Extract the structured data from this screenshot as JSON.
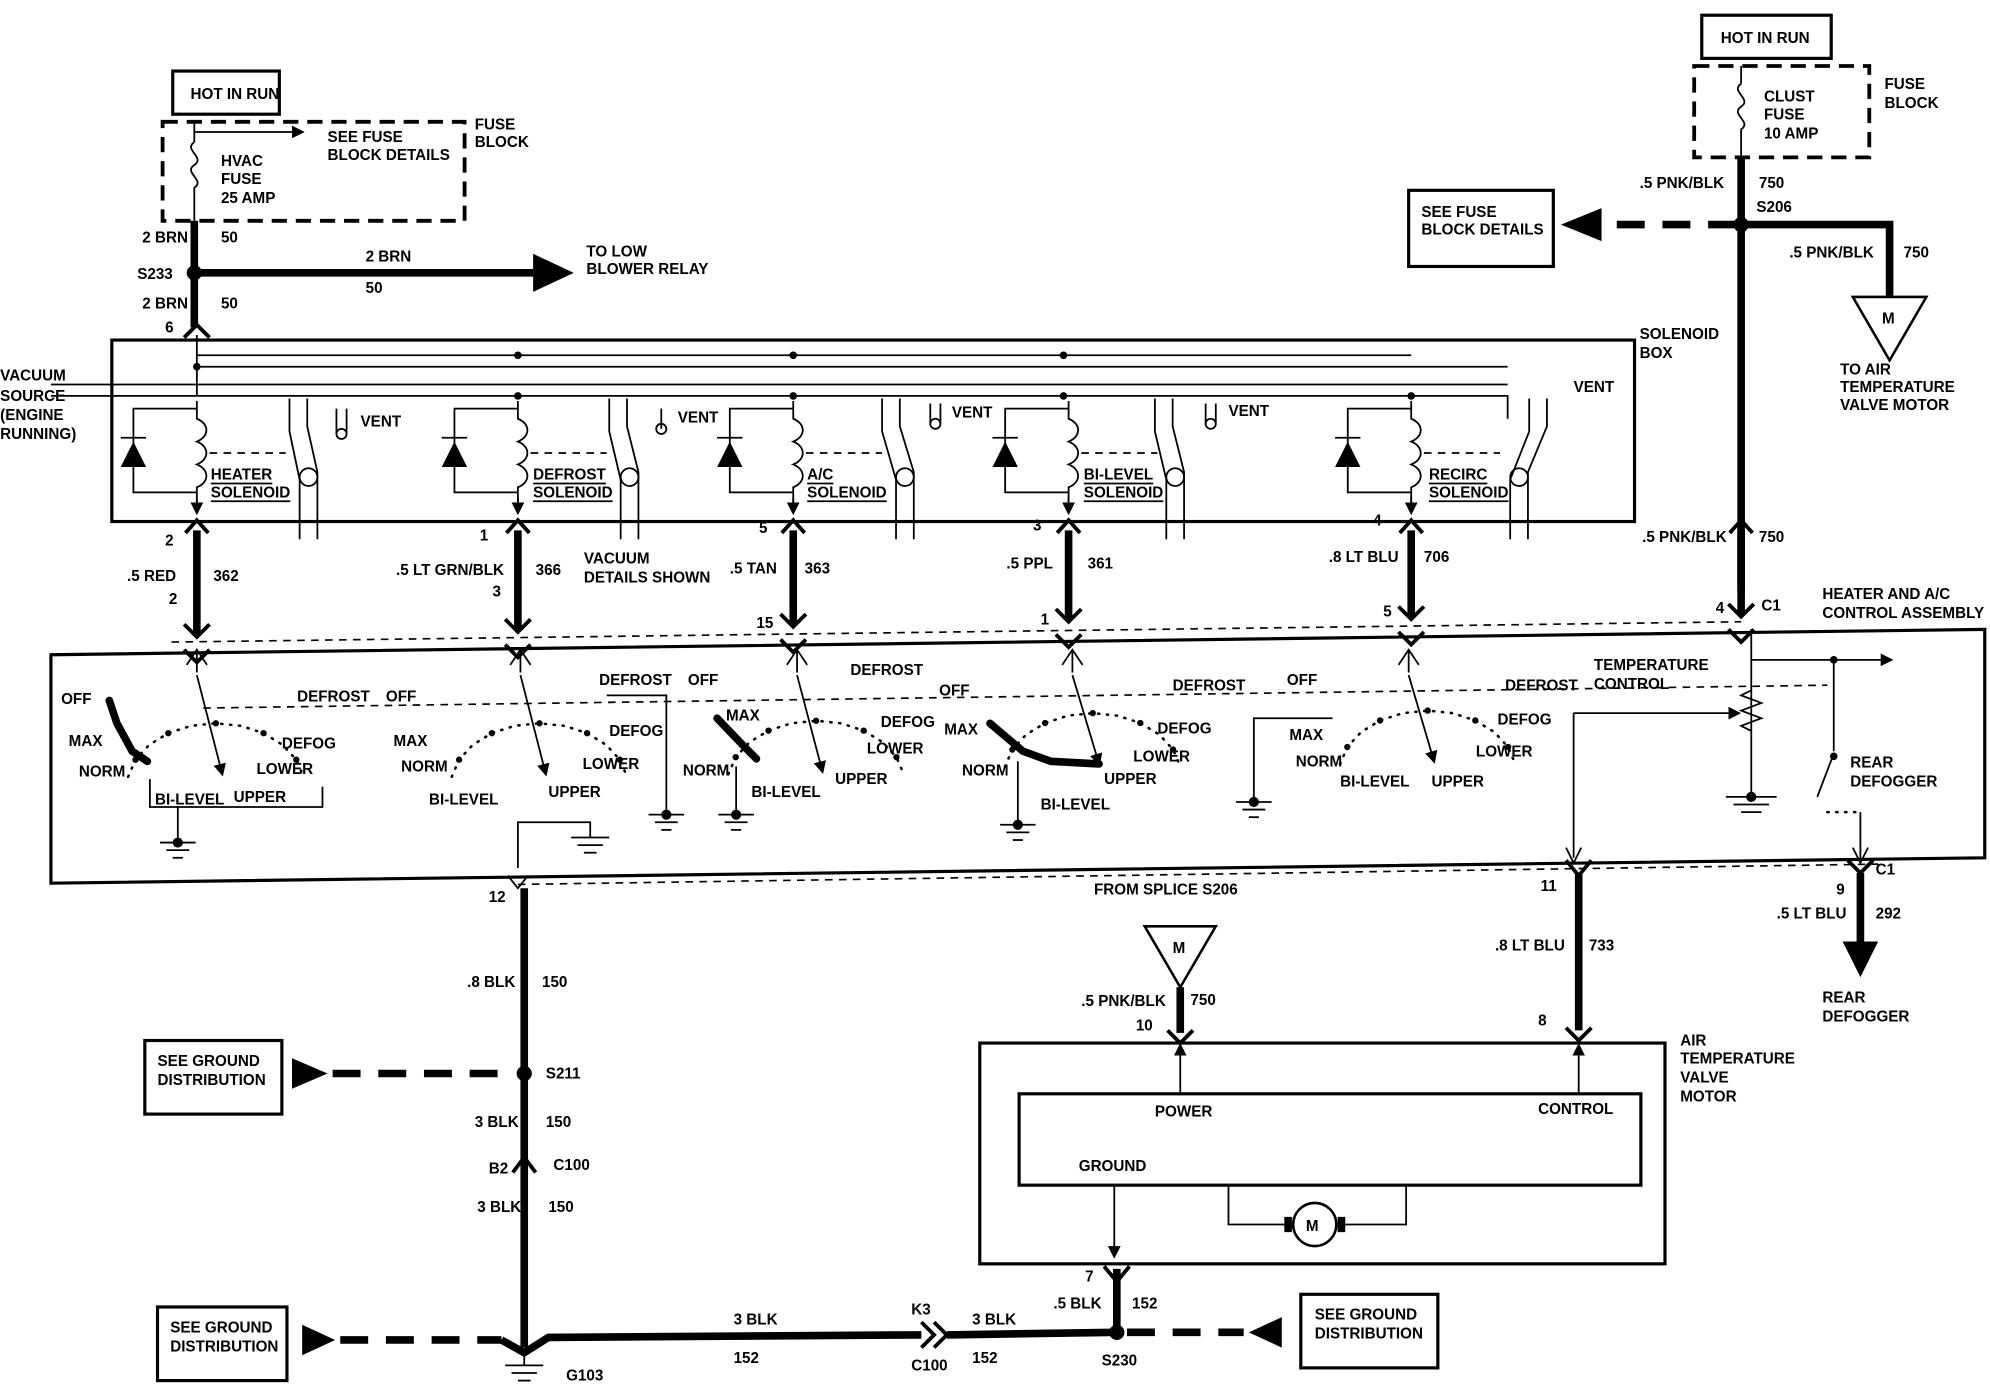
{
  "hot_in_run": "HOT IN RUN",
  "hvac_fuse": {
    "line1": "HVAC",
    "line2": "FUSE",
    "rating": "25 AMP"
  },
  "clust_fuse": {
    "line1": "CLUST",
    "line2": "FUSE",
    "rating": "10 AMP"
  },
  "fuse_block": {
    "line1": "FUSE",
    "line2": "BLOCK"
  },
  "see_fuse_block_details": {
    "line1": "SEE FUSE",
    "line2": "BLOCK DETAILS"
  },
  "see_ground_distribution": {
    "line1": "SEE GROUND",
    "line2": "DISTRIBUTION"
  },
  "solenoid_box": {
    "line1": "SOLENOID",
    "line2": "BOX"
  },
  "vacuum_source": {
    "line1": "VACUUM",
    "line2": "SOURCE",
    "line3": "(ENGINE",
    "line4": "RUNNING)"
  },
  "vent": "VENT",
  "solenoid_word": "SOLENOID",
  "solenoids": [
    "HEATER",
    "DEFROST",
    "A/C",
    "BI-LEVEL",
    "RECIRC"
  ],
  "vacuum_details_shown": {
    "line1": "VACUUM",
    "line2": "DETAILS SHOWN"
  },
  "to_low_blower_relay": {
    "line1": "TO LOW",
    "line2": "BLOWER RELAY"
  },
  "to_air_temp_valve_motor": {
    "line1": "TO AIR",
    "line2": "TEMPERATURE",
    "line3": "VALVE MOTOR"
  },
  "heater_ac_control_assembly": {
    "line1": "HEATER AND A/C",
    "line2": "CONTROL ASSEMBLY"
  },
  "temperature_control": {
    "line1": "TEMPERATURE",
    "line2": "CONTROL"
  },
  "rear_defogger_switch": {
    "line1": "REAR",
    "line2": "DEFOGGER"
  },
  "rear_defogger_out": {
    "line1": "REAR",
    "line2": "DEFOGGER"
  },
  "from_splice": "FROM SPLICE S206",
  "air_temp_valve_motor": {
    "line1": "AIR",
    "line2": "TEMPERATURE",
    "line3": "VALVE",
    "line4": "MOTOR"
  },
  "motor_terms": {
    "power": "POWER",
    "control": "CONTROL",
    "ground": "GROUND"
  },
  "motor_symbol": "M",
  "switch_labels": {
    "off": "OFF",
    "max": "MAX",
    "norm": "NORM",
    "bilevel": "BI-LEVEL",
    "upper": "UPPER",
    "lower": "LOWER",
    "defog": "DEFOG",
    "defrost": "DEFROST"
  },
  "splices": {
    "s233": "S233",
    "s206": "S206",
    "s211": "S211",
    "s230": "S230"
  },
  "ground_g103": "G103",
  "connectors": {
    "c1": "C1",
    "c100": "C100",
    "b2": "B2",
    "k3": "K3"
  },
  "wires": {
    "brn_2": "2 BRN",
    "brn_circuit": "50",
    "pnk_blk": ".5 PNK/BLK",
    "pnk_circuit": "750",
    "red": ".5 RED",
    "red_circuit": "362",
    "lt_grn_blk": ".5 LT GRN/BLK",
    "lt_grn_circuit": "366",
    "tan": ".5 TAN",
    "tan_circuit": "363",
    "ppl": ".5 PPL",
    "ppl_circuit": "361",
    "lt_blu_8": ".8 LT BLU",
    "lt_blu_circuit": "706",
    "lt_blu_5": ".5 LT BLU",
    "defog_circuit": "292",
    "lt_blu_733": "733",
    "blk_8": ".8 BLK",
    "blk_3": "3 BLK",
    "blk_5": ".5 BLK",
    "gnd_150": "150",
    "gnd_152": "152"
  },
  "pins": {
    "p6": "6",
    "p2": "2",
    "p1": "1",
    "p5": "5",
    "p3": "3",
    "p4": "4",
    "p15": "15",
    "p12": "12",
    "p11": "11",
    "p9": "9",
    "p10": "10",
    "p8": "8",
    "p7": "7"
  }
}
